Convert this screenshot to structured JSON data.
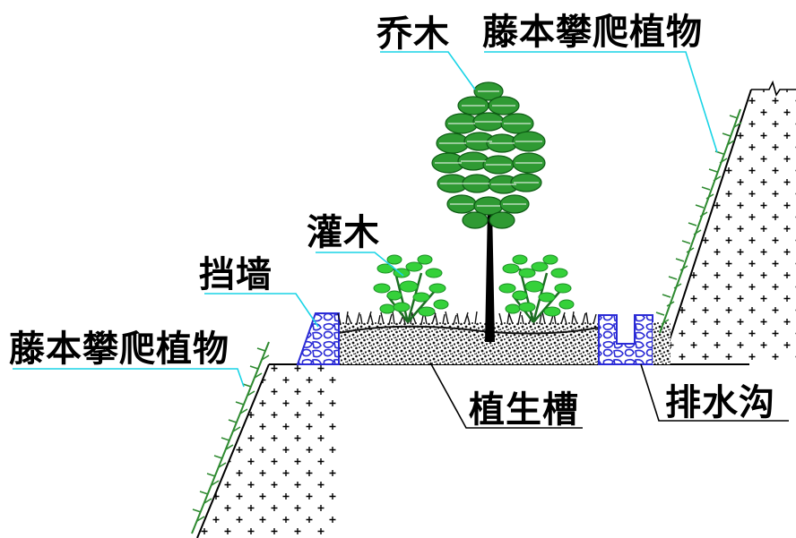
{
  "labels": {
    "tree": "乔木",
    "vine_top": "藤本攀爬植物",
    "shrub": "灌木",
    "retaining_wall": "挡墙",
    "vine_left": "藤本攀爬植物",
    "planting_trough": "植生槽",
    "drainage_ditch": "排水沟"
  },
  "colors": {
    "leader_line": "#19d4e6",
    "foliage": "#1e8f2a",
    "shrub": "#35d13a",
    "stone": "#2b2bd6",
    "soil": "#111111",
    "ground_line": "#000000"
  }
}
